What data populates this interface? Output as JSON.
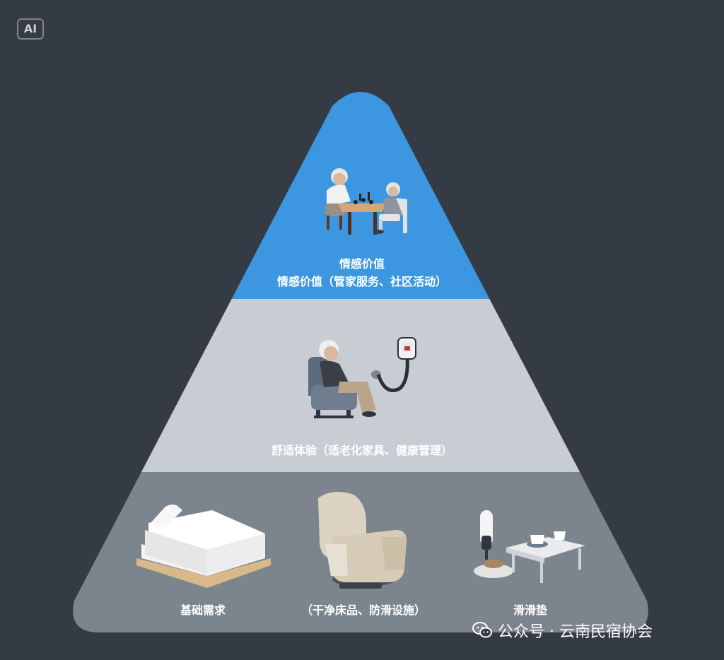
{
  "badge": {
    "text": "AI"
  },
  "tiers": {
    "top": {
      "title": "情感价值",
      "subtitle": "情感价值（管家服务、社区活动）",
      "color": "#3c97e0"
    },
    "middle": {
      "subtitle": "舒适体验（适老化家具、健康管理）",
      "color": "#c8cdd3"
    },
    "bottom": {
      "labels": [
        "基础需求",
        "（干净床品、防滑设施）",
        "滑滑垫"
      ],
      "color": "#7c848e"
    }
  },
  "icons": {
    "top": "elderly-chess-players-icon",
    "middle": "elderly-recliner-health-monitor-icon",
    "bottom": [
      "bed-icon",
      "armchair-icon",
      "lamp-and-tea-table-icon"
    ]
  },
  "watermark": {
    "text": "公众号 · 云南民宿协会",
    "icon": "wechat-icon"
  }
}
